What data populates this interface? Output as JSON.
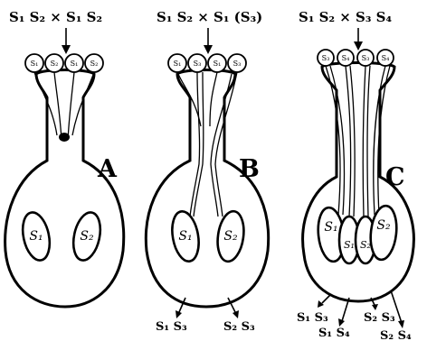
{
  "panels": [
    {
      "letter": "A",
      "cross": "S₁ S₂ × S₁ S₂",
      "pollen": [
        "S₁",
        "S₂",
        "S₁",
        "S₂"
      ],
      "ovules": [
        "S₁",
        "S₂"
      ],
      "progeny": []
    },
    {
      "letter": "B",
      "cross": "S₁ S₂ × S₁ (S₃)",
      "pollen": [
        "S₁",
        "S₃",
        "S₁",
        "S₃"
      ],
      "ovules": [
        "S₁",
        "S₂"
      ],
      "progeny": [
        "S₁ S₃",
        "S₂ S₃"
      ]
    },
    {
      "letter": "C",
      "cross": "S₁ S₂ × S₃ S₄",
      "pollen": [
        "S₃",
        "S₄",
        "S₃",
        "S₄"
      ],
      "ovules": [
        "S₁",
        "S₁",
        "S₂",
        "S₂"
      ],
      "progeny": [
        "S₁ S₃",
        "S₁ S₄",
        "S₂ S₃",
        "S₂ S₄"
      ]
    }
  ]
}
